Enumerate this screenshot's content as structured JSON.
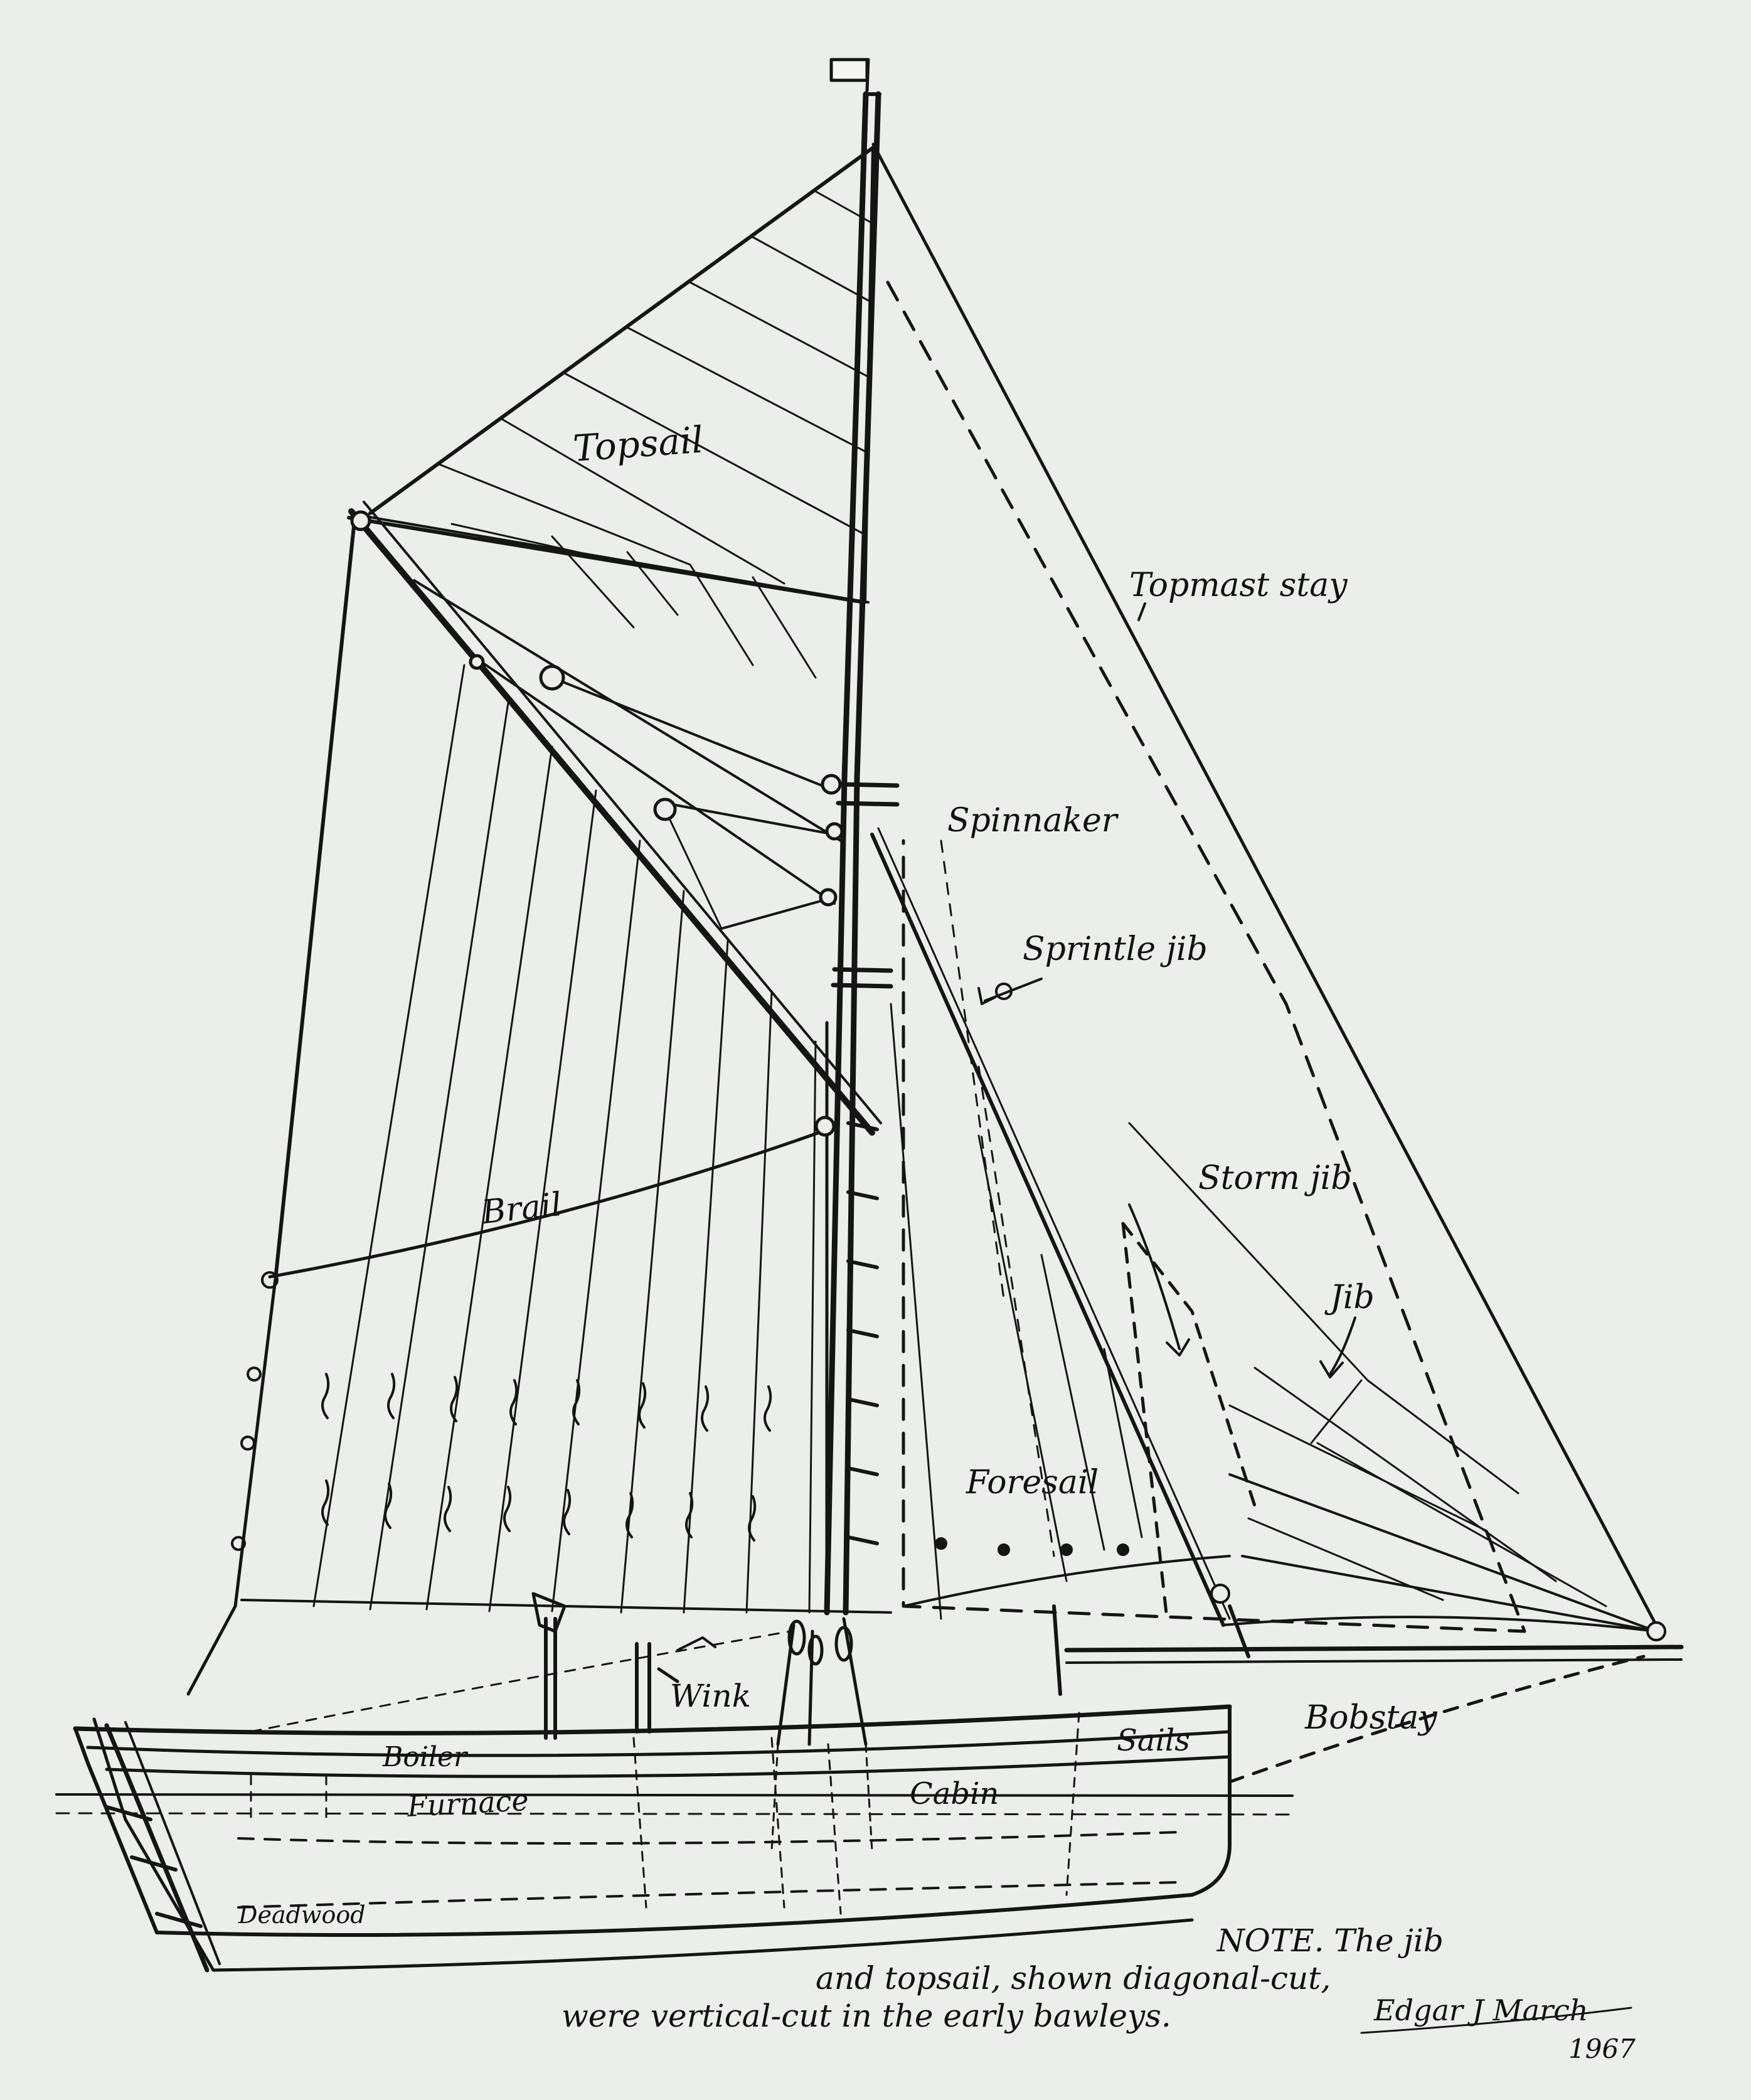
{
  "labels": {
    "topsail": "Topsail",
    "topmast_stay": "Topmast stay",
    "spinnaker": "Spinnaker",
    "sprintle_jib": "Sprintle jib",
    "storm_jib": "Storm jib",
    "jib": "Jib",
    "brail": "Brail",
    "foresail": "Foresail",
    "wink": "Wink",
    "sails": "Sails",
    "bobstay": "Bobstay",
    "boiler": "Boiler",
    "furnace": "Furnace",
    "cabin": "Cabin",
    "deadwood": "Deadwood"
  },
  "note": {
    "line1": "NOTE.  The jib",
    "line2": "and topsail, shown diagonal-cut,",
    "line3": "were vertical-cut in the early bawleys."
  },
  "signature": {
    "name": "Edgar J March",
    "year": "1967"
  },
  "colors": {
    "paper": "#eceeeb",
    "ink": "#151515"
  }
}
